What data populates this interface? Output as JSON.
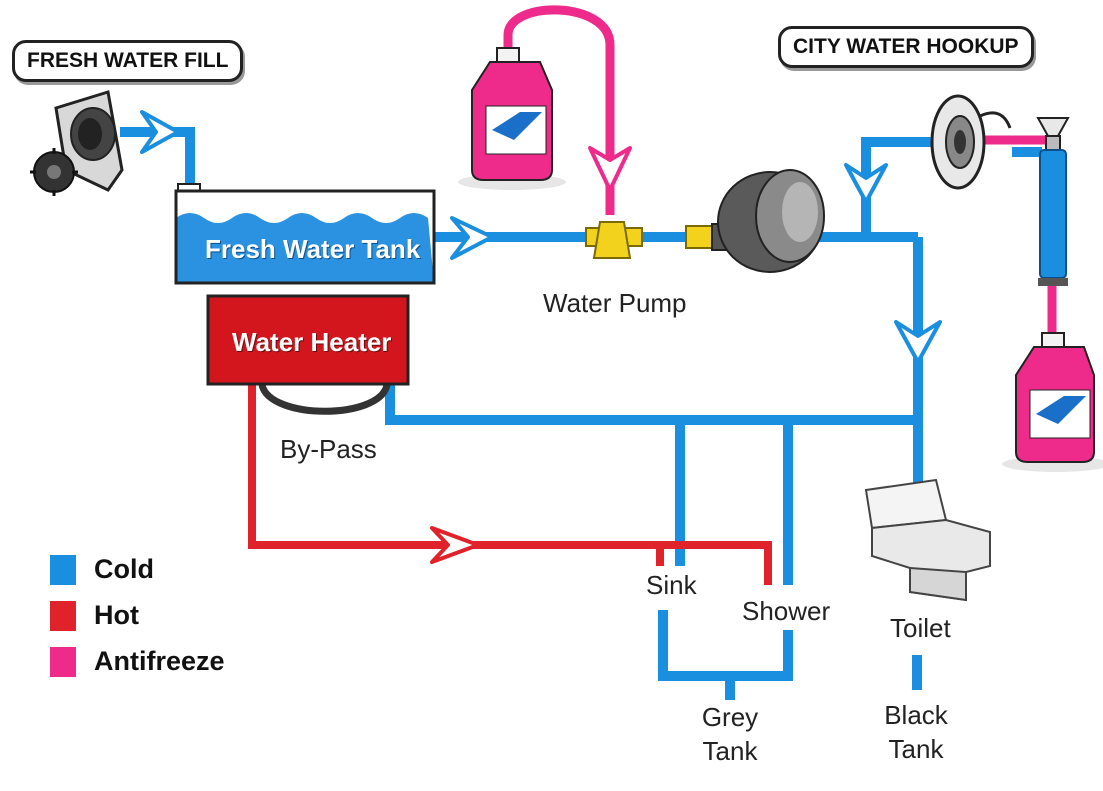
{
  "callouts": {
    "fresh_fill": "FRESH WATER FILL",
    "city_hookup": "CITY WATER HOOKUP"
  },
  "components": {
    "fresh_tank": "Fresh Water Tank",
    "water_heater": "Water Heater",
    "water_pump": "Water Pump",
    "bypass": "By-Pass",
    "sink": "Sink",
    "shower": "Shower",
    "toilet": "Toilet",
    "grey_tank_line1": "Grey",
    "grey_tank_line2": "Tank",
    "black_tank_line1": "Black",
    "black_tank_line2": "Tank"
  },
  "legend": [
    {
      "label": "Cold",
      "color": "#1a8fe0"
    },
    {
      "label": "Hot",
      "color": "#e0232a"
    },
    {
      "label": "Antifreeze",
      "color": "#ee2b8a"
    }
  ],
  "colors": {
    "cold": "#1a8fe0",
    "hot": "#e0232a",
    "antifreeze": "#ee2b8a",
    "heater_fill": "#d3161d",
    "tank_fill": "#2a92e0",
    "fitting": "#f2d21c"
  },
  "icons": [
    "fresh-fill-inlet-icon",
    "antifreeze-jug-icon",
    "water-pump-icon",
    "city-inlet-icon",
    "hand-pump-icon",
    "toilet-icon"
  ]
}
